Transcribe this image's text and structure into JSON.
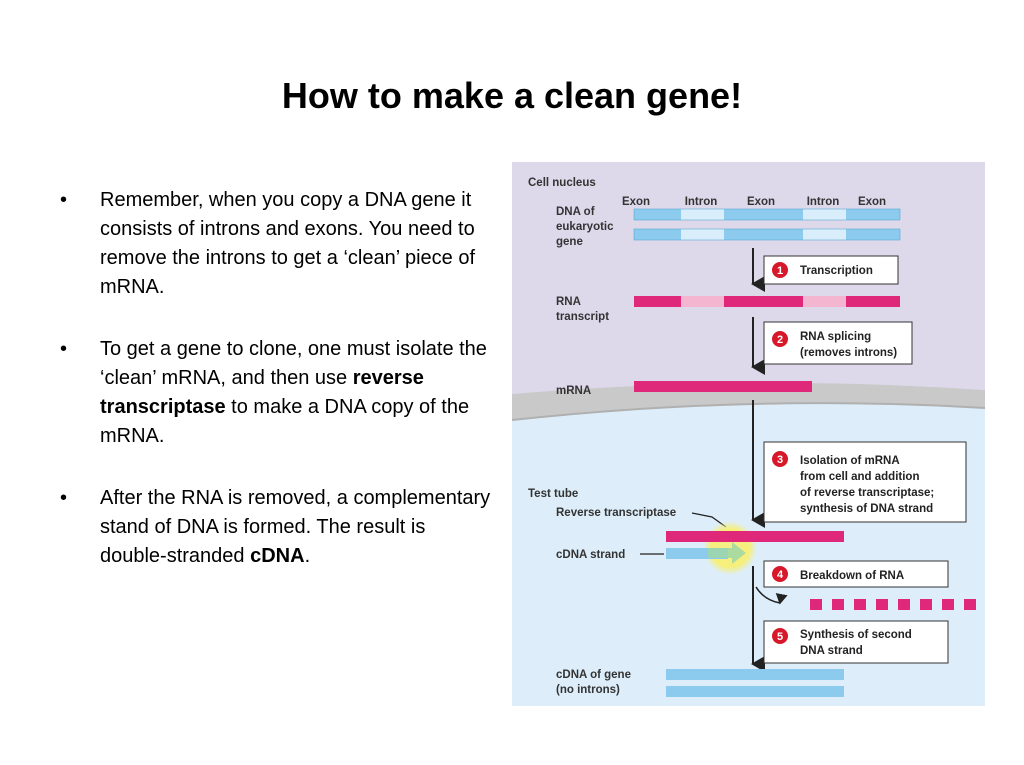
{
  "slide": {
    "title": "How to make a clean gene!",
    "bullets": [
      {
        "before": "Remember, when you copy a DNA gene it consists of introns and exons.  You need to remove the introns to get a ‘clean’ piece of mRNA.",
        "bold": "",
        "after": ""
      },
      {
        "before": "To get a gene to clone, one must isolate the ‘clean’ mRNA, and then use ",
        "bold": "reverse transcriptase",
        "after": " to make a DNA copy of the mRNA."
      },
      {
        "before": "After the RNA is removed, a complementary stand of DNA is formed.  The result is double-stranded ",
        "bold": "cDNA",
        "after": "."
      }
    ]
  },
  "diagram": {
    "colors": {
      "nucleus_bg": "#ded8eb",
      "test_tube_bg": "#ddeefa",
      "dna": "#8ccbee",
      "rna": "#e0287a",
      "intron_rna": "#f4b5d0",
      "intron_dna": "#d9eefa",
      "step_badge": "#d7182a"
    },
    "cell_nucleus_label": "Cell nucleus",
    "test_tube_label": "Test tube",
    "segment_labels": [
      "Exon",
      "Intron",
      "Exon",
      "Intron",
      "Exon"
    ],
    "dna_label": [
      "DNA of",
      "eukaryotic",
      "gene"
    ],
    "rna_transcript_label": [
      "RNA",
      "transcript"
    ],
    "mrna_label": "mRNA",
    "reverse_transcriptase_label": "Reverse transcriptase",
    "cdna_strand_label": "cDNA strand",
    "cdna_gene_label": [
      "cDNA of gene",
      "(no introns)"
    ],
    "steps": [
      {
        "number": "1",
        "lines": [
          "Transcription"
        ]
      },
      {
        "number": "2",
        "lines": [
          "RNA splicing",
          "(removes introns)"
        ]
      },
      {
        "number": "3",
        "lines": [
          "Isolation of mRNA",
          "from cell and addition",
          "of reverse transcriptase;",
          "synthesis of DNA strand"
        ]
      },
      {
        "number": "4",
        "lines": [
          "Breakdown of RNA"
        ]
      },
      {
        "number": "5",
        "lines": [
          "Synthesis of second",
          "DNA strand"
        ]
      }
    ]
  }
}
